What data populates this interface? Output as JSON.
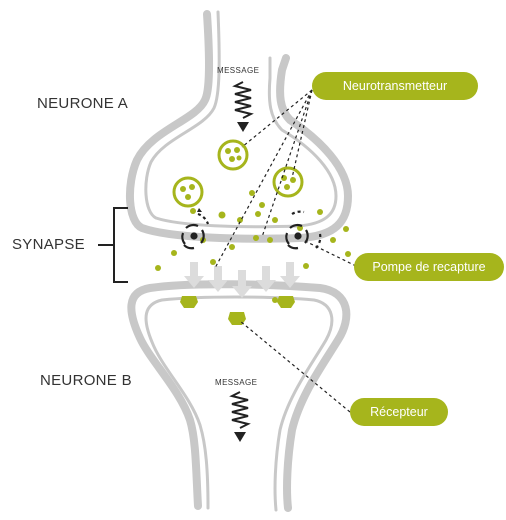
{
  "labels": {
    "neurone_a": "NEURONE A",
    "synapse": "SYNAPSE",
    "neurone_b": "NEURONE B",
    "message_top": "MESSAGE",
    "message_bottom": "MESSAGE"
  },
  "callouts": {
    "neurotransmetteur": "Neurotransmetteur",
    "pompe": "Pompe de recapture",
    "recepteur": "Récepteur"
  },
  "colors": {
    "accent": "#a6b51c",
    "membrane": "#c8c8c8",
    "ink": "#222222",
    "arrow": "#dcdcdc"
  }
}
